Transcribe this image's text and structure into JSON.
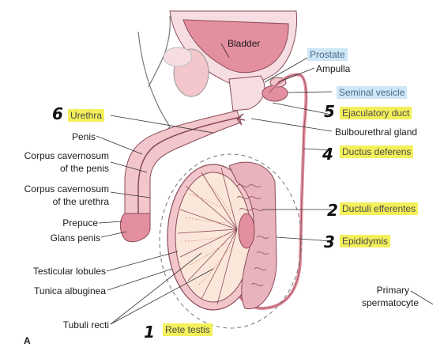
{
  "figure_letter": "A",
  "labels": {
    "bladder": "Bladder",
    "prostate": "Prostate",
    "ampulla": "Ampulla",
    "seminal_vesicle": "Seminal vesicle",
    "ejaculatory_duct": "Ejaculatory duct",
    "urethra": "Urethra",
    "bulbourethral_gland": "Bulbourethral gland",
    "penis": "Penis",
    "ductus_deferens": "Ductus deferens",
    "cc_penis_1": "Corpus cavernosum",
    "cc_penis_2": "of the penis",
    "cc_urethra_1": "Corpus cavernosum",
    "cc_urethra_2": "of the urethra",
    "ductuli_efferentes": "Ductuli efferentes",
    "prepuce": "Prepuce",
    "glans_penis": "Glans penis",
    "epididymis": "Epididymis",
    "testicular_lobules": "Testicular lobules",
    "tunica_albuginea": "Tunica albuginea",
    "primary_spermatocyte_1": "Primary",
    "primary_spermatocyte_2": "spermatocyte",
    "tubuli_recti": "Tubuli recti",
    "rete_testis": "Rete testis"
  },
  "handwritten_numbers": {
    "urethra": "6",
    "ejaculatory_duct": "5",
    "ductus_deferens": "4",
    "ductuli_efferentes": "2",
    "epididymis": "3",
    "rete_testis": "1"
  },
  "colors": {
    "highlight_yellow": "#f3f05a",
    "highlight_blue": "#cfe6f7",
    "tissue_pink": "#f2c6cb",
    "deep_pink": "#e48fa0",
    "outline": "#8a4b57"
  }
}
